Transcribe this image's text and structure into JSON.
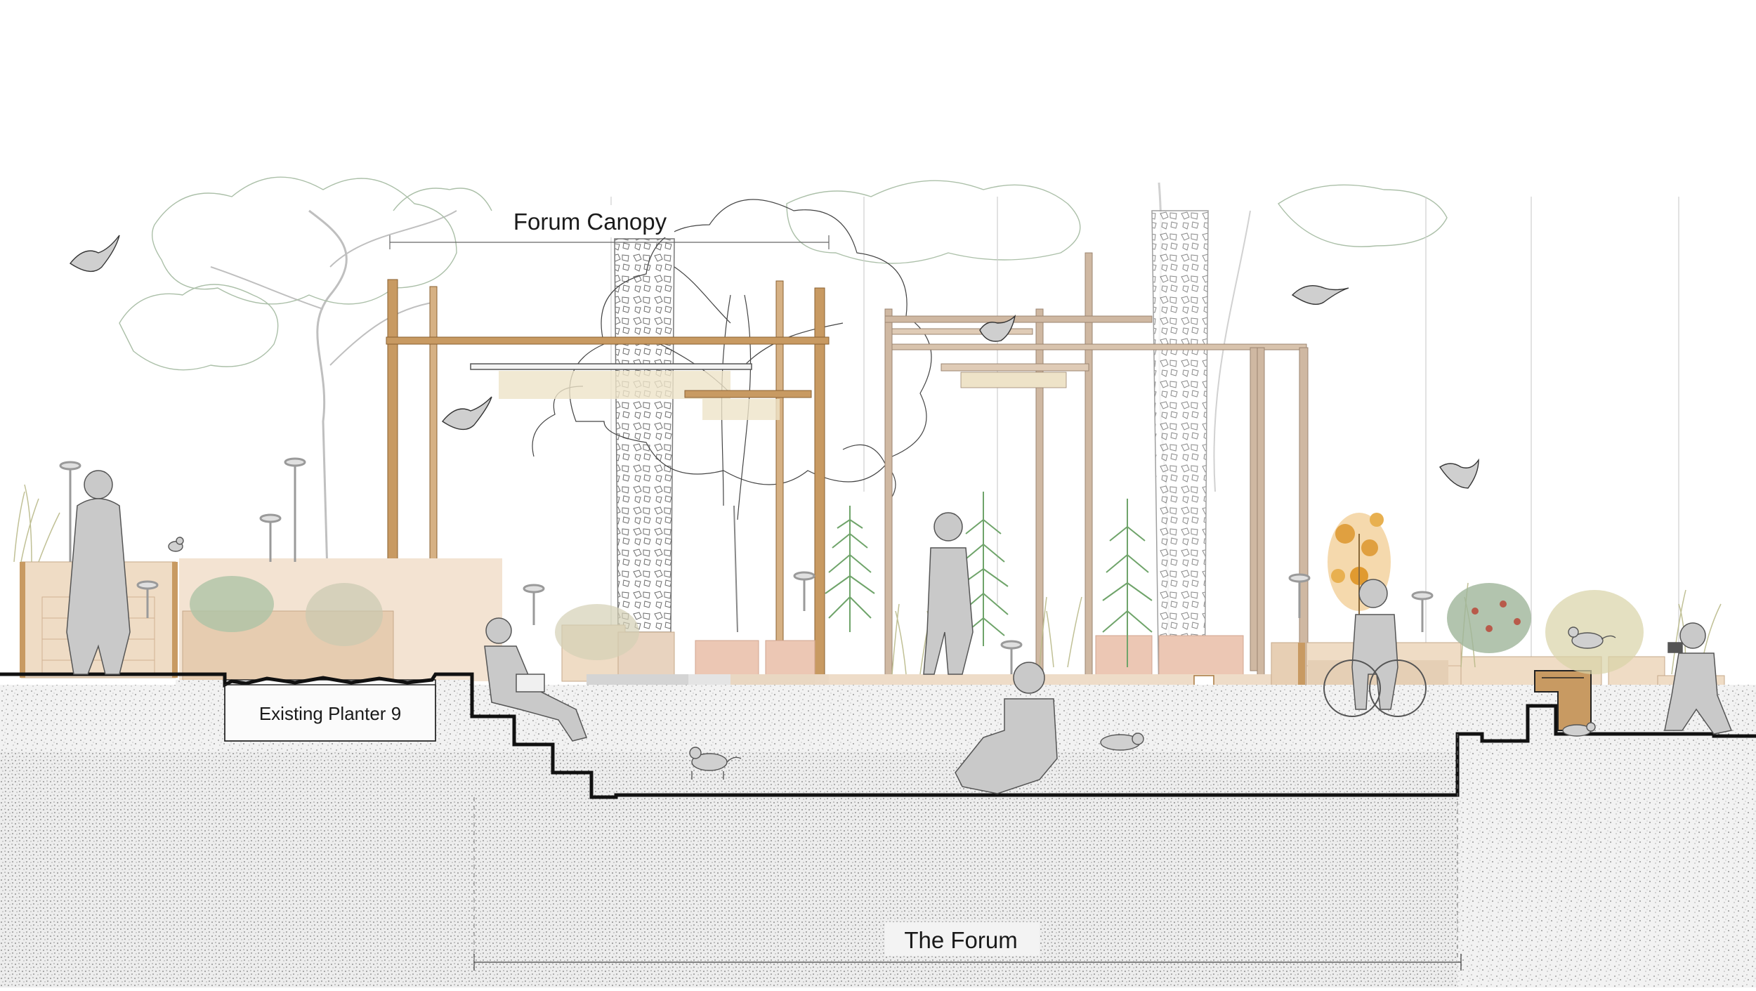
{
  "labels": {
    "forum_canopy": "Forum Canopy",
    "existing_planter": "Existing Planter 9",
    "the_forum": "The Forum"
  },
  "colors": {
    "timber": "#c89a62",
    "timber_dark": "#a9783f",
    "wall_light": "#efdcc5",
    "wall_mid": "#e6ccb0",
    "wall_pink": "#ecc7b4",
    "soil_line": "#111111",
    "ground": "#d9d9d9",
    "foliage": "#9fb59a",
    "grass_green": "#6fa46a",
    "orange_shrub": "#e0a040",
    "figure": "#c9c9c9"
  },
  "icons": [
    "bird-icon",
    "cat-icon",
    "person-figure",
    "wheelchair-user-figure"
  ]
}
